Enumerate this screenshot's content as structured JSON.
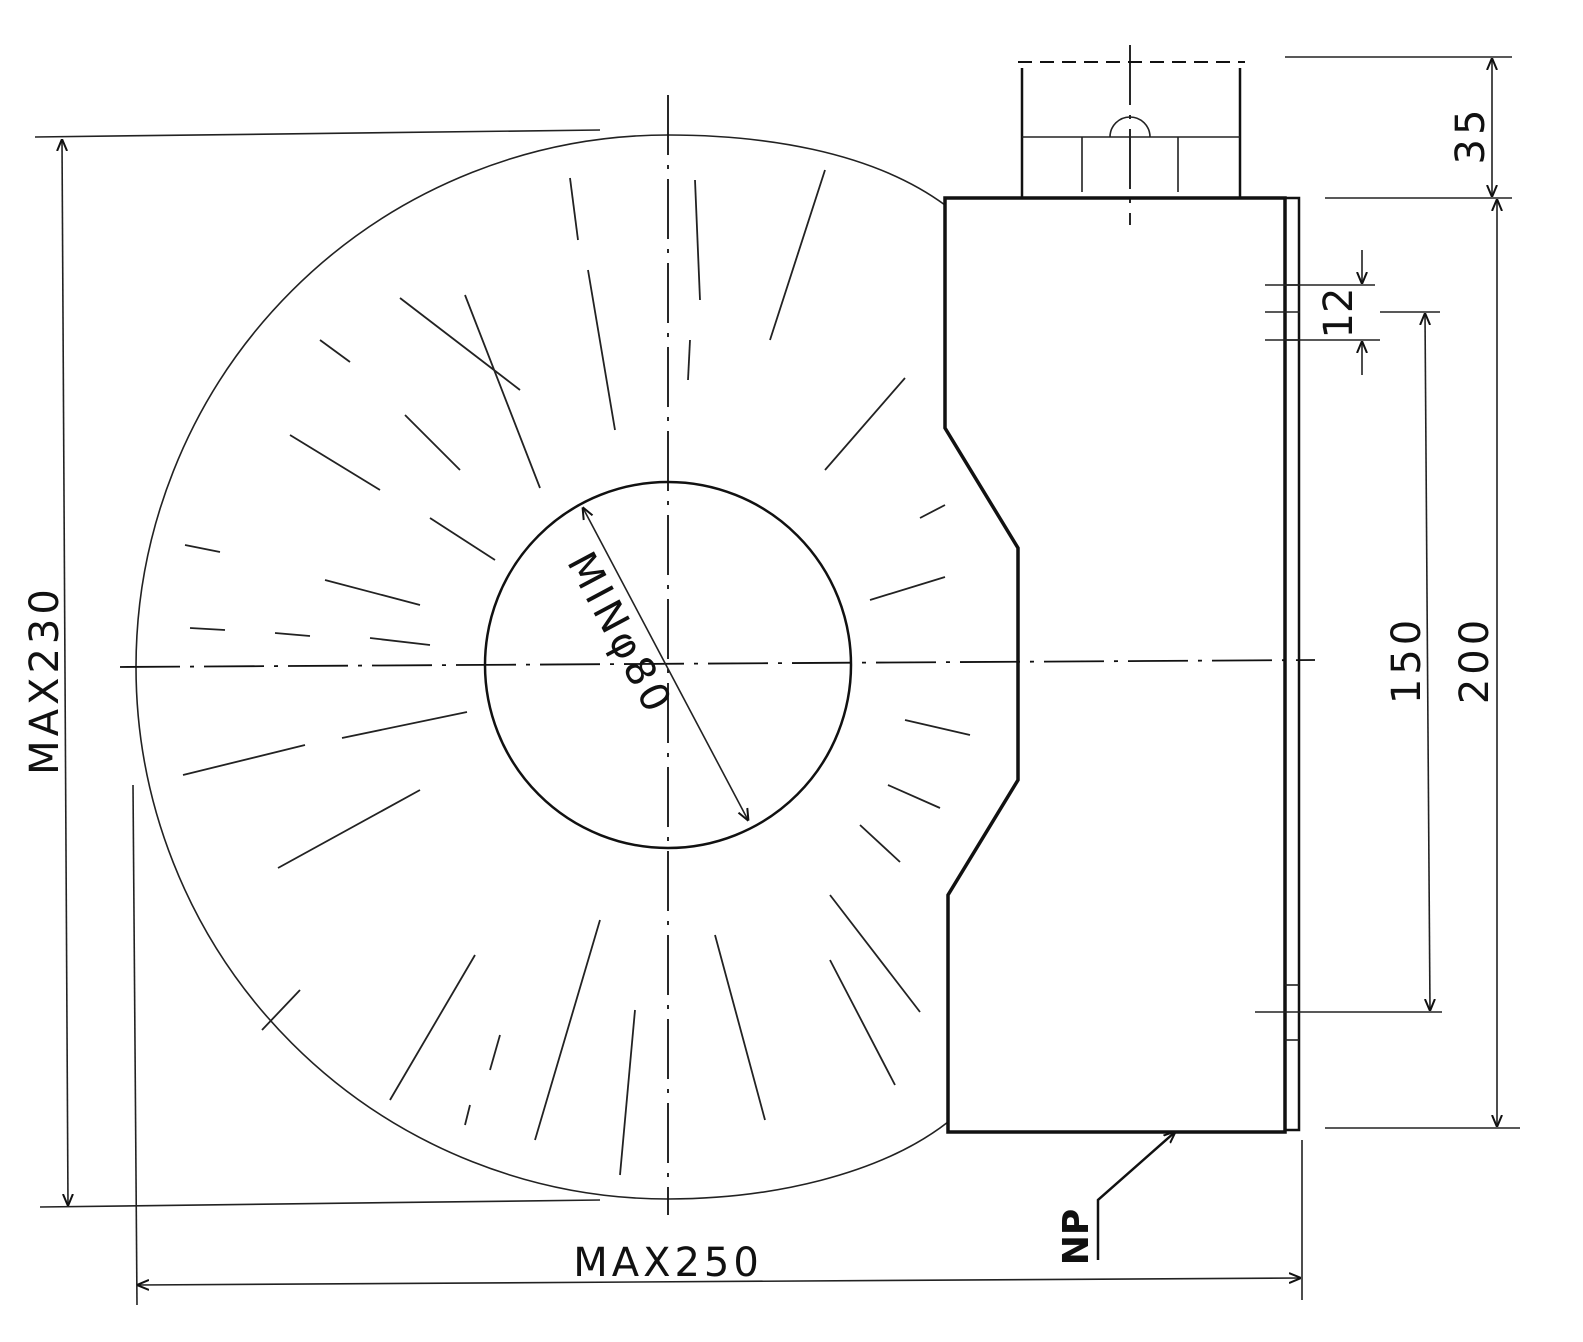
{
  "drawing": {
    "dimensions": {
      "overall_height": "MAX230",
      "overall_width": "MAX250",
      "inner_diameter": "MINφ80",
      "top_box_height": "35",
      "slot": "12",
      "hole_spacing": "150",
      "body_height": "200"
    },
    "callout": "NP"
  }
}
